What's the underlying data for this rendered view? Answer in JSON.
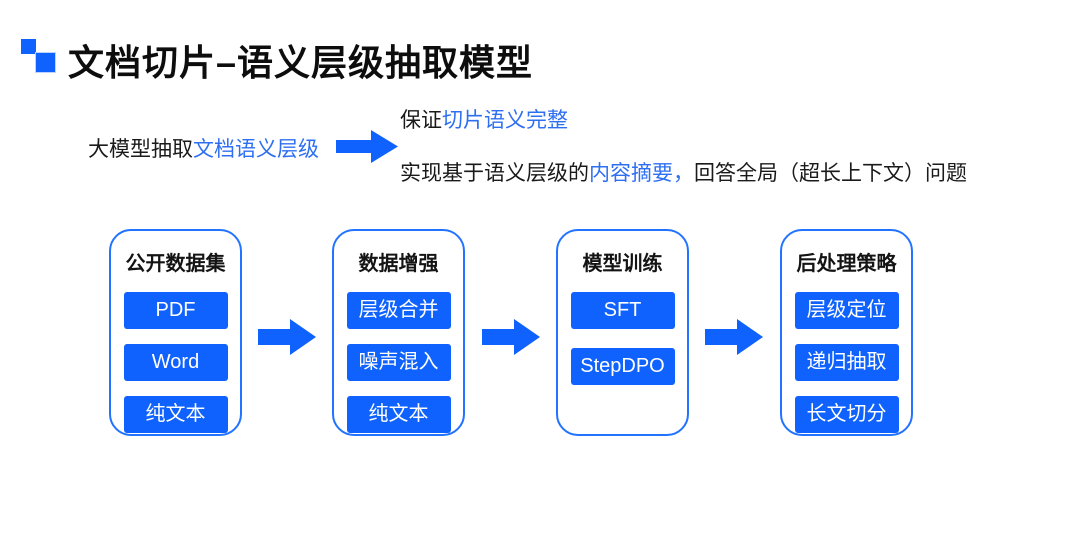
{
  "colors": {
    "accent_blue": "#0f62fe",
    "text_highlight_blue": "#2e6ff2",
    "card_border_blue": "#2273ff",
    "title_black": "#0d0d0d"
  },
  "header": {
    "title": "文档切片–语义层级抽取模型"
  },
  "intro": {
    "source_prefix": "大模型抽取",
    "source_highlight": "文档语义层级",
    "benefit_line1_prefix": "保证",
    "benefit_line1_highlight": "切片语义完整",
    "benefit_line2_prefix": "实现基于语义层级的",
    "benefit_line2_highlight": "内容摘要，",
    "benefit_line2_suffix": "回答全局（超长上下文）问题"
  },
  "flow": {
    "stages": [
      {
        "title": "公开数据集",
        "items": [
          "PDF",
          "Word",
          "纯文本"
        ]
      },
      {
        "title": "数据增强",
        "items": [
          "层级合并",
          "噪声混入",
          "纯文本"
        ]
      },
      {
        "title": "模型训练",
        "items": [
          "SFT",
          "StepDPO"
        ]
      },
      {
        "title": "后处理策略",
        "items": [
          "层级定位",
          "递归抽取",
          "长文切分"
        ]
      }
    ]
  }
}
